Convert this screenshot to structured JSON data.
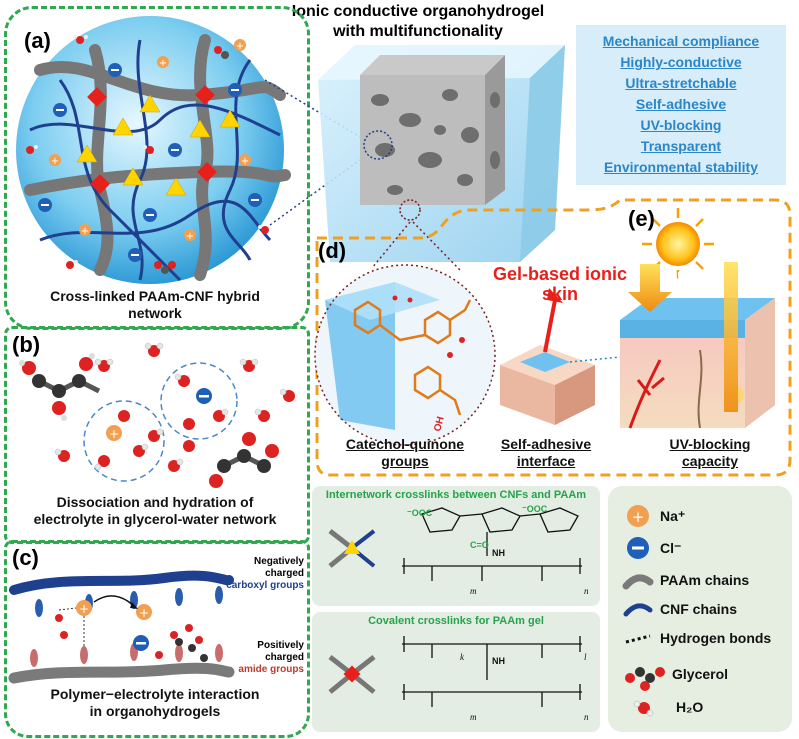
{
  "title": {
    "line1": "Ionic conductive organohydrogel",
    "line2": "with multifunctionality"
  },
  "panels": {
    "a": "(a)",
    "b": "(b)",
    "c": "(c)",
    "d": "(d)",
    "e": "(e)"
  },
  "features": [
    "Mechanical compliance",
    "Highly-conductive",
    "Ultra-stretchable",
    "Self-adhesive",
    "UV-blocking",
    "Transparent",
    "Environmental stability"
  ],
  "panel_a": {
    "caption_line1": "Cross-linked PAAm-CNF hybrid",
    "caption_line2": "network"
  },
  "panel_b": {
    "caption_line1": "Dissociation and hydration of",
    "caption_line2": "electrolyte in glycerol-water network"
  },
  "panel_c": {
    "neg_line1": "Negatively",
    "neg_line2": "charged",
    "neg_line3": "carboxyl groups",
    "pos_line1": "Positively",
    "pos_line2": "charged",
    "pos_line3": "amide groups",
    "caption_line1": "Polymer−electrolyte interaction",
    "caption_line2": "in organohydrogels"
  },
  "panel_d": {
    "skin_line1": "Gel-based ionic",
    "skin_line2": "skin",
    "uv": "UV",
    "cap1_line1": "Catechol-quinone",
    "cap1_line2": "groups",
    "cap2_line1": "Self-adhesive",
    "cap2_line2": "interface",
    "cap3_line1": "UV-blocking",
    "cap3_line2": "capacity"
  },
  "chem": {
    "title1": "Internetwork crosslinks between CNFs and PAAm",
    "title2": "Covalent crosslinks for PAAm gel",
    "ooc1": "⁻OOC",
    "ooc2": "⁻OOC",
    "c_o": "C=O",
    "nh": "NH",
    "sub_m": "m",
    "sub_n": "n",
    "sub_k": "k",
    "sub_l": "l"
  },
  "legend": {
    "na": "Na⁺",
    "cl": "Cl⁻",
    "paam": "PAAm chains",
    "cnf": "CNF chains",
    "hb": "Hydrogen bonds",
    "glycerol": "Glycerol",
    "water": "H₂O"
  },
  "colors": {
    "green_dash": "#2fa84f",
    "orange_dash": "#f0a020",
    "feature_blue": "#2a86c8",
    "red_text": "#e8201c",
    "cnf_blue": "#1f3f8f",
    "paam_gray": "#7a7a7a"
  }
}
